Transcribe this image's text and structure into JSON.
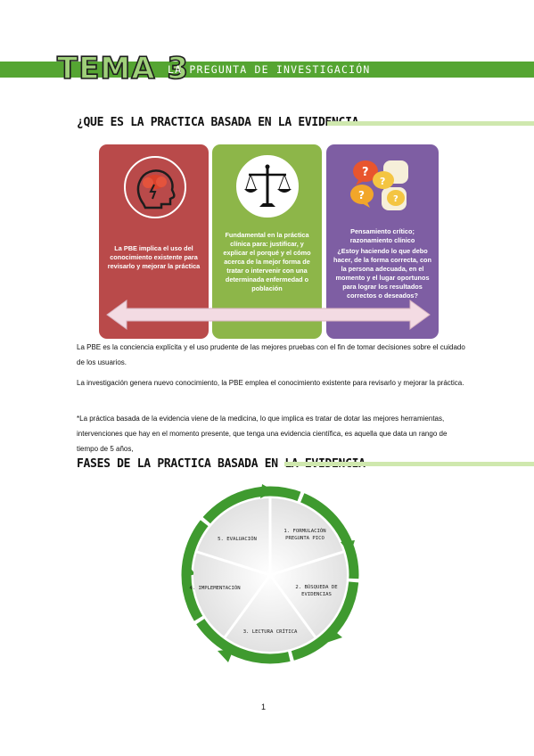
{
  "header": {
    "tema": "TEMA 3",
    "subtitle": "LA PREGUNTA DE INVESTIGACIÓN"
  },
  "section1": {
    "title": "¿QUE ES LA PRACTICA BASADA EN LA EVIDENCIA"
  },
  "panels": [
    {
      "icon": "brain-storm-icon",
      "color": "#b94a4a",
      "text": "La PBE implica el uso del conocimiento existente para revisarlo y mejorar la práctica"
    },
    {
      "icon": "balance-scale-icon",
      "color": "#8db649",
      "text": "Fundamental en la práctica clínica para: justificar, y explicar el porqué y el cómo acerca de la mejor forma de tratar o intervenir con una determinada enfermedad o población"
    },
    {
      "icon": "question-bubbles-icon",
      "color": "#7e5ea3",
      "title": "Pensamiento crítico; razonamiento clínico",
      "text": "¿Estoy haciendo lo que debo hacer, de la forma correcta, con la persona adecuada, en el momento y el lugar oportunos para lograr los resultados correctos o deseados?"
    }
  ],
  "paragraphs": {
    "p1": "La PBE es la conciencia explícita y el uso prudente de las mejores pruebas con el fin de tomar decisiones sobre el cuidado de los usuarios.",
    "p2": "La investigación genera nuevo conocimiento, la PBE emplea el conocimiento existente para revisarlo y mejorar la práctica.",
    "p3": "*La práctica basada de la evidencia viene de la medicina, lo que implica es tratar de dotar las mejores herramientas, intervenciones que hay en el momento presente, que tenga una evidencia científica, es aquella que data un rango de tiempo de 5 años,"
  },
  "section2": {
    "title": "FASES DE LA PRACTICA BASADA EN LA EVIDENCIA"
  },
  "cycle": {
    "phases": [
      "1. FORMULACIÓN PREGUNTA PICO",
      "2. BÚSQUEDA DE EVIDENCIAS",
      "3. LECTURA CRÍTICA",
      "4. IMPLEMENTACIÓN",
      "5. EVALUACIÓN"
    ]
  },
  "page_number": "1",
  "colors": {
    "header_green": "#55a532",
    "light_green": "#cfe8ae",
    "panel_red": "#b94a4a",
    "panel_green": "#8db649",
    "panel_purple": "#7e5ea3",
    "arrow_pink": "#f3dbe3",
    "cycle_green": "#3f9a2f"
  }
}
